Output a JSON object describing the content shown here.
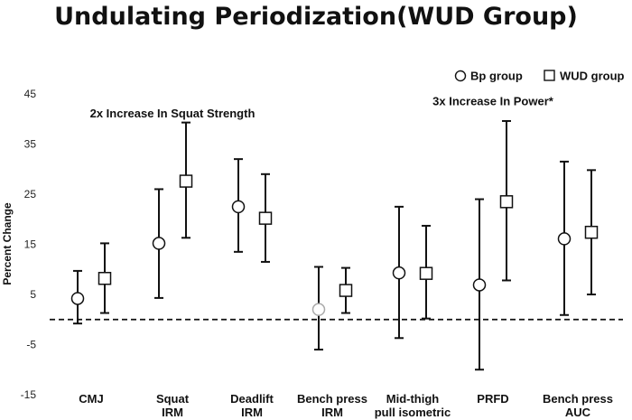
{
  "chart_data": {
    "type": "scatter",
    "title": "Undulating Periodization(WUD Group)",
    "ylabel": "Percent Change",
    "ylim": [
      -15,
      45
    ],
    "yticks": [
      "45",
      "35",
      "25",
      "15",
      "5",
      "-5",
      "-15"
    ],
    "categories": [
      [
        "CMJ"
      ],
      [
        "Squat",
        "IRM"
      ],
      [
        "Deadlift",
        "IRM"
      ],
      [
        "Bench press",
        "IRM"
      ],
      [
        "Mid-thigh",
        "pull isometric"
      ],
      [
        "PRFD"
      ],
      [
        "Bench press",
        "AUC"
      ]
    ],
    "series": [
      {
        "name": "Bp group",
        "marker": "circle",
        "values": [
          4.2,
          15.2,
          22.5,
          2.0,
          9.3,
          6.9,
          16.1
        ],
        "upper": [
          9.7,
          26.0,
          32.0,
          10.5,
          22.5,
          24.0,
          31.5
        ],
        "lower": [
          -0.8,
          4.3,
          13.5,
          -6.0,
          -3.7,
          -10.0,
          0.9
        ]
      },
      {
        "name": "WUD group",
        "marker": "square",
        "values": [
          8.2,
          27.6,
          20.2,
          5.8,
          9.2,
          23.5,
          17.4
        ],
        "upper": [
          15.2,
          39.3,
          29.0,
          10.3,
          18.7,
          39.6,
          29.8
        ],
        "lower": [
          1.3,
          16.3,
          11.5,
          1.3,
          0.2,
          7.8,
          5.0
        ]
      }
    ],
    "reference_line": 0,
    "annotations": [
      {
        "text": "2x Increase In Squat Strength",
        "category_index": 1,
        "y": 41
      },
      {
        "text": "3x Increase In Power*",
        "category_index": 5,
        "y": 43.5
      }
    ],
    "legend_position": "top-right",
    "grid": false
  },
  "colors": {
    "ink": "#111111",
    "marker_fill": "#ffffff",
    "faded_marker_stroke": "#aaaaaa"
  }
}
